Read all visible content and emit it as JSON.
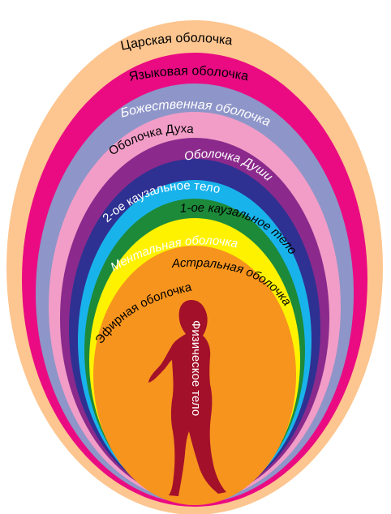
{
  "diagram": {
    "layers": [
      {
        "label": "Царская оболочка",
        "color": "#FDC58F",
        "text_color": "#000000"
      },
      {
        "label": "Языковая оболочка",
        "color": "#EA0B82",
        "text_color": "#000000"
      },
      {
        "label": "Божественная оболочка",
        "color": "#8E95C8",
        "text_color": "#ffffff"
      },
      {
        "label": "Оболочка Духа",
        "color": "#F29DC7",
        "text_color": "#000000"
      },
      {
        "label": "Оболочка Души",
        "color": "#8B2A8C",
        "text_color": "#ffffff"
      },
      {
        "label": "2-ое каузальное тело",
        "color": "#2E3192",
        "text_color": "#ffffff"
      },
      {
        "label": "1-ое каузальное тело",
        "color": "#19B3EC",
        "text_color": "#000000"
      },
      {
        "label": "Ментальная оболочка",
        "color": "#1D8A3A",
        "text_color": "#ffffff"
      },
      {
        "label": "Астральная оболочка",
        "color": "#FFF200",
        "text_color": "#000000"
      },
      {
        "label": "Эфирная оболочка",
        "color": "#F7941D",
        "text_color": "#000000"
      }
    ],
    "figure": {
      "label": "Физическое тело",
      "color": "#A3102A",
      "text_color": "#ffffff"
    }
  }
}
